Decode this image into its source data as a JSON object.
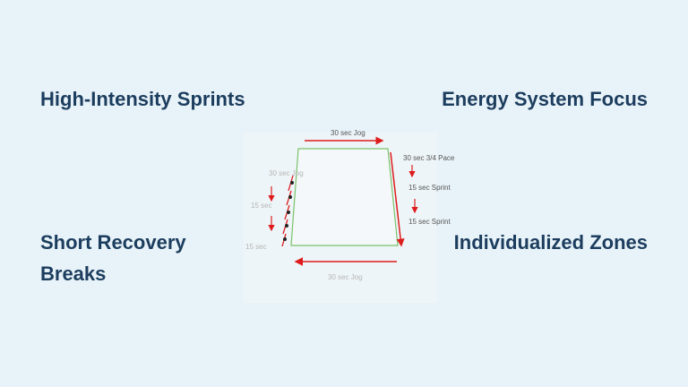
{
  "features": {
    "top_left": "High-Intensity Sprints",
    "top_right": "Energy System Focus",
    "bottom_left": "Short Recovery Breaks",
    "bottom_right": "Individualized Zones"
  },
  "diagram": {
    "top_segment_label": "30 sec Jog",
    "right_labels": [
      "30 sec 3/4 Pace",
      "15 sec Sprint",
      "15 sec Sprint"
    ],
    "left_labels": [
      "30 sec Jog",
      "15 sec",
      "15 sec"
    ],
    "bottom_label": "30 sec Jog",
    "colors": {
      "track": "#7ac26a",
      "arrow": "#dd1c1c",
      "runner": "#222222"
    }
  }
}
